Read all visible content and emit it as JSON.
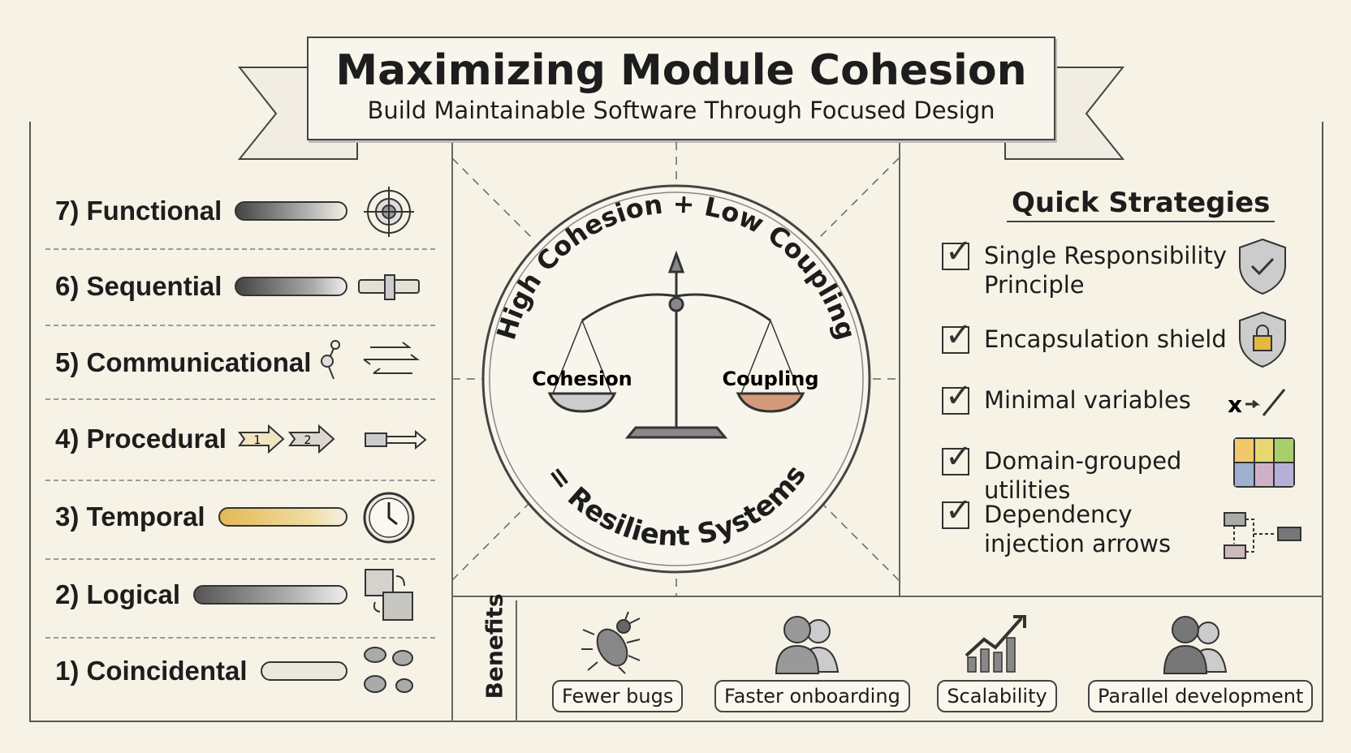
{
  "header": {
    "title": "Maximizing Module Cohesion",
    "subtitle": "Build Maintainable Software Through Focused Design"
  },
  "cohesion_levels": [
    {
      "label": "7) Functional",
      "icon": "target-icon"
    },
    {
      "label": "6) Sequential",
      "icon": "pipe-icon"
    },
    {
      "label": "5) Communicational",
      "icon": "exchange-arrows-icon"
    },
    {
      "label": "4) Procedural",
      "icon": "step-arrows-icon",
      "steps": [
        "1",
        "2"
      ]
    },
    {
      "label": "3) Temporal",
      "icon": "clock-icon"
    },
    {
      "label": "2) Logical",
      "icon": "swap-boxes-icon"
    },
    {
      "label": "1) Coincidental",
      "icon": "scattered-blobs-icon"
    }
  ],
  "center": {
    "arc_top": "High Cohesion + Low Coupling",
    "arc_bottom": "= Resilient Systems",
    "left_pan": "Cohesion",
    "right_pan": "Coupling"
  },
  "strategies": {
    "title": "Quick Strategies",
    "items": [
      {
        "label": "Single Responsibility Principle",
        "icon": "shield-check-icon"
      },
      {
        "label": "Encapsulation shield",
        "icon": "shield-lock-icon"
      },
      {
        "label": "Minimal variables",
        "icon": "variable-reduce-icon"
      },
      {
        "label": "Domain-grouped utilities",
        "icon": "grid-icon"
      },
      {
        "label": "Dependency injection arrows",
        "icon": "dependency-diagram-icon"
      }
    ]
  },
  "benefits": {
    "title": "Benefits",
    "items": [
      {
        "label": "Fewer bugs",
        "icon": "bug-icon"
      },
      {
        "label": "Faster onboarding",
        "icon": "people-icon"
      },
      {
        "label": "Scalability",
        "icon": "growth-chart-icon"
      },
      {
        "label": "Parallel development",
        "icon": "team-icon"
      }
    ]
  },
  "colors": {
    "paper": "#f6f2e6",
    "ink": "#1d1d1d",
    "temporal_bar": "#e3b955",
    "coupling_pan": "#d49a7a",
    "lock": "#e7b840"
  }
}
